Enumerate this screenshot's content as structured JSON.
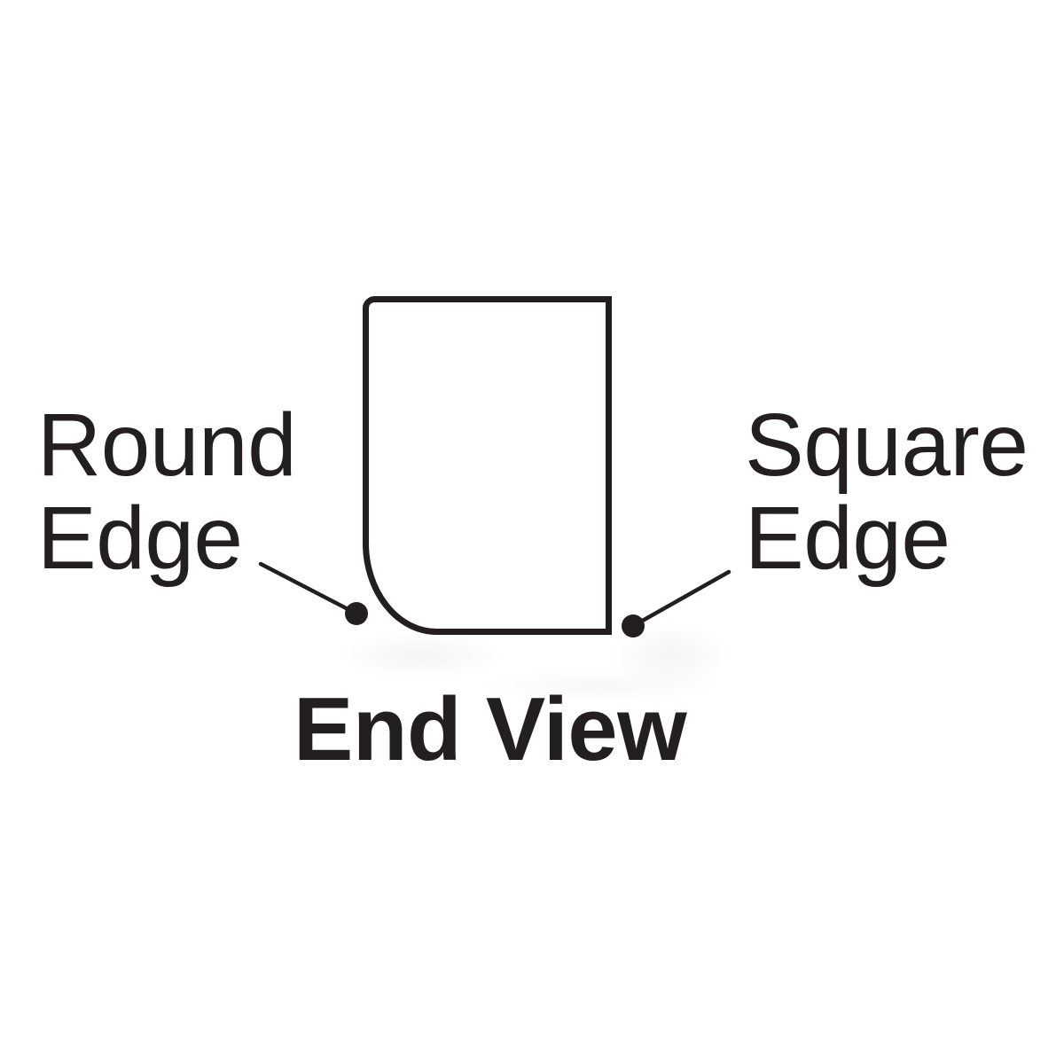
{
  "background_color": "#ffffff",
  "ink_color": "#231f20",
  "title": "End View",
  "labels": {
    "round_edge": {
      "line1": "Round",
      "line2": "Edge"
    },
    "square_edge": {
      "line1": "Square",
      "line2": "Edge"
    }
  }
}
